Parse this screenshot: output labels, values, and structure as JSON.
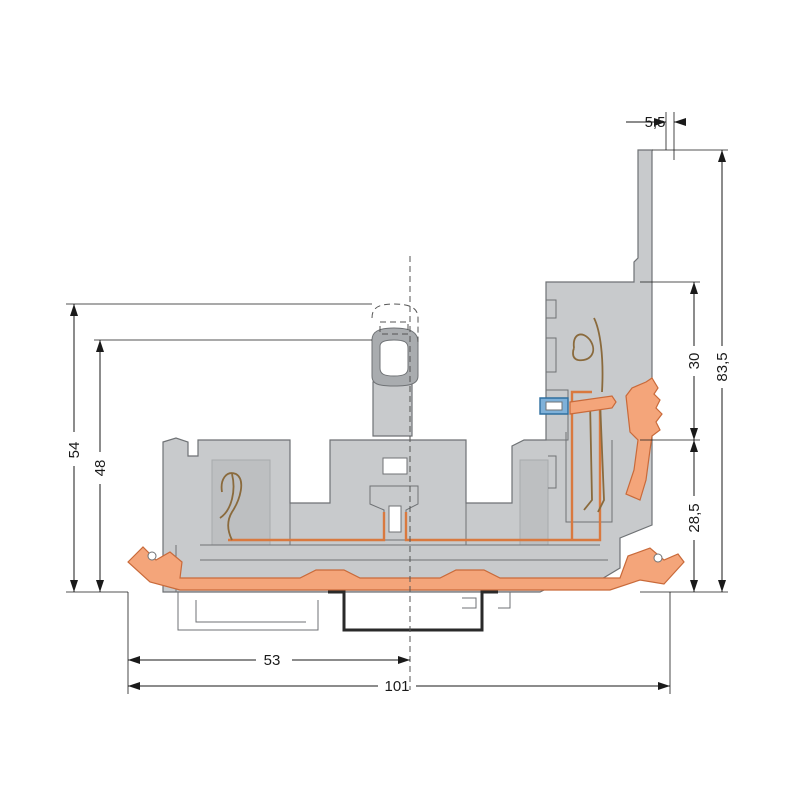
{
  "dimensions": {
    "width_total": "101",
    "width_half": "53",
    "height_54": "54",
    "height_48": "48",
    "height_83_5": "83,5",
    "height_30": "30",
    "height_28_5": "28,5",
    "width_5_5": "5,5"
  },
  "colors": {
    "housing": "#c8cacc",
    "jumper": "#f4a57a",
    "marker": "#7fb1d9",
    "line": "#1a1a1a"
  }
}
